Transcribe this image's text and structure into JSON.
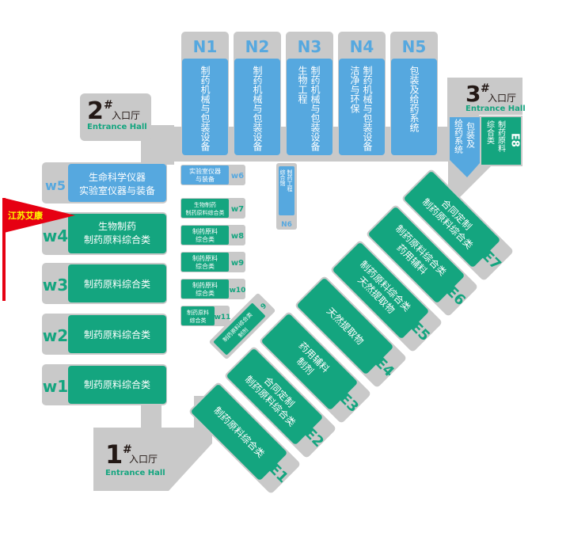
{
  "colors": {
    "gray": "#c9c9c9",
    "blue": "#56a8df",
    "green": "#14a57f",
    "white": "#ffffff",
    "flag": "#e60012",
    "dark": "#231815",
    "greenText": "#14a57f"
  },
  "flag": {
    "label": "江苏艾康"
  },
  "entrances": {
    "e1": {
      "num": "1",
      "mark": "#",
      "cn": "入口厅",
      "en": "Entrance Hall"
    },
    "e2": {
      "num": "2",
      "mark": "#",
      "cn": "入口厅",
      "en": "Entrance Hall"
    },
    "e3": {
      "num": "3",
      "mark": "#",
      "cn": "入口厅",
      "en": "Entrance Hall"
    }
  },
  "north": {
    "n1": {
      "code": "N1",
      "text": "制药机械与包装设备"
    },
    "n2": {
      "code": "N2",
      "text": "制药机械与包装设备"
    },
    "n3": {
      "code": "N3",
      "text1": "制药机械与包装设备",
      "text2": "生物工程"
    },
    "n4": {
      "code": "N4",
      "text1": "制药机械与包装设备",
      "text2": "洁净与环保"
    },
    "n5": {
      "code": "N5",
      "text": "包装及给药系统"
    },
    "n6": {
      "code": "N6",
      "text1": "制药工程",
      "text2": "综合馆"
    }
  },
  "west": {
    "w1": {
      "code": "w1",
      "text": "制药原料综合类"
    },
    "w2": {
      "code": "w2",
      "text": "制药原料综合类"
    },
    "w3": {
      "code": "w3",
      "text": "制药原料综合类"
    },
    "w4": {
      "code": "w4",
      "text1": "生物制药",
      "text2": "制药原料综合类"
    },
    "w5": {
      "code": "w5",
      "text1": "生命科学仪器",
      "text2": "实验室仪器与装备"
    },
    "w6": {
      "code": "w6",
      "text1": "实验室仪器",
      "text2": "与装备"
    },
    "w7": {
      "code": "w7",
      "text1": "生物制药",
      "text2": "制药原料综合类"
    },
    "w8": {
      "code": "w8",
      "text1": "制药原料",
      "text2": "综合类"
    },
    "w9": {
      "code": "w9",
      "text1": "制药原料",
      "text2": "综合类"
    },
    "w10": {
      "code": "w10",
      "text1": "制药原料",
      "text2": "综合类"
    },
    "w11": {
      "code": "w11",
      "text1": "制药原料",
      "text2": "综合类"
    },
    "w12": {
      "code": "9",
      "text1": "制药原料综合类",
      "text2": "制剂"
    }
  },
  "east": {
    "e1": {
      "code": "E1",
      "text": "制药原料综合类"
    },
    "e2": {
      "code": "E2",
      "text1": "合同定制",
      "text2": "制药原料综合类"
    },
    "e3": {
      "code": "E3",
      "text1": "药用辅料",
      "text2": "制剂"
    },
    "e4": {
      "code": "E4",
      "text": "天然提取物"
    },
    "e5": {
      "code": "E5",
      "text1": "制药原料综合类",
      "text2": "天然提取物"
    },
    "e6": {
      "code": "E6",
      "text1": "制药原料综合类",
      "text2": "药用辅料"
    },
    "e7": {
      "code": "E7",
      "text1": "合同定制",
      "text2": "制药原料综合类"
    },
    "e8": {
      "code": "E8",
      "text1": "制药原料",
      "text2": "综合类",
      "blue1": "包装及",
      "blue2": "给药系统"
    }
  }
}
